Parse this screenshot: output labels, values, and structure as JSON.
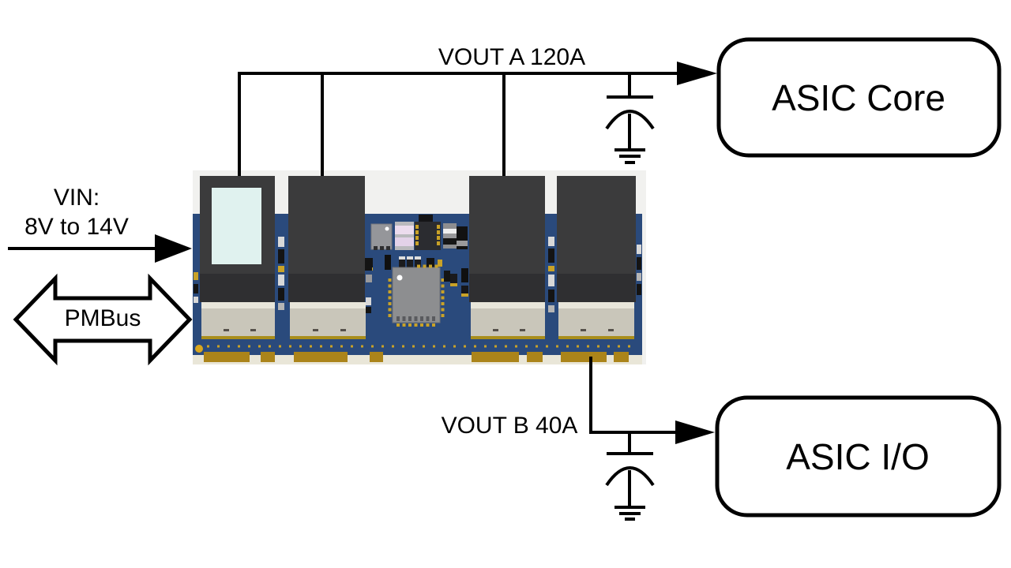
{
  "page": {
    "background": "#ffffff"
  },
  "diagram": {
    "inputs": {
      "vin_line1": "VIN:",
      "vin_line2": "8V to 14V",
      "pmbus_label": "PMBus"
    },
    "outputs": {
      "vout_a_label": "VOUT A 120A",
      "vout_b_label": "VOUT B 40A"
    },
    "blocks": {
      "asic_core_label": "ASIC Core",
      "asic_io_label": "ASIC I/O"
    },
    "colors": {
      "line": "#000000",
      "box_fill": "#ffffff",
      "photo_bg": "#f1f1ef",
      "board_blue": "#2a4a7c",
      "board_edge": "#e9e6d8",
      "pad_gold": "#ab841a",
      "accent_gold": "#c9a227",
      "inductor_dark": "#3b3b3c",
      "inductor_band": "#2f2f31",
      "power_stage_tan": "#c9c6ba",
      "stage_top": "#e8e6da",
      "window_cyan": "#e0f2ef",
      "chip_gray": "#8d8e90"
    }
  }
}
